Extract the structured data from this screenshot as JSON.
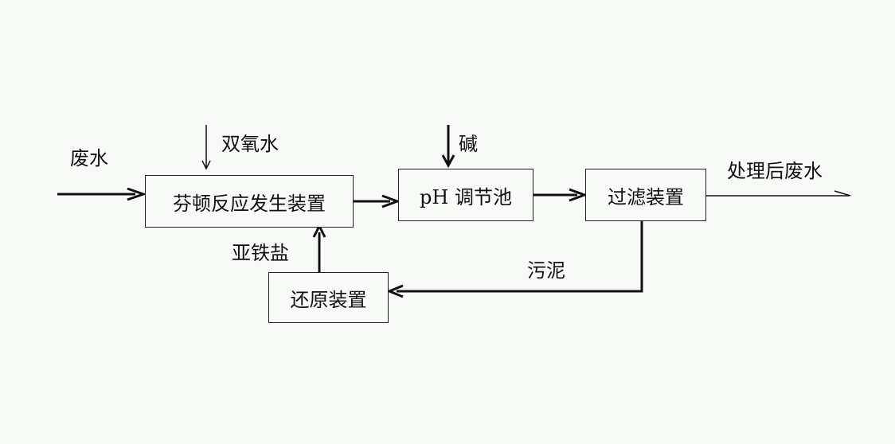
{
  "nodes": {
    "fenton": "芬顿反应发生装置",
    "ph_tank": "pH 调节池",
    "filter": "过滤装置",
    "reduction": "还原装置"
  },
  "labels": {
    "wastewater_in": "废水",
    "hydrogen_peroxide": "双氧水",
    "alkali": "碱",
    "treated_water": "处理后废水",
    "ferrous_salt": "亚铁盐",
    "sludge": "污泥"
  }
}
